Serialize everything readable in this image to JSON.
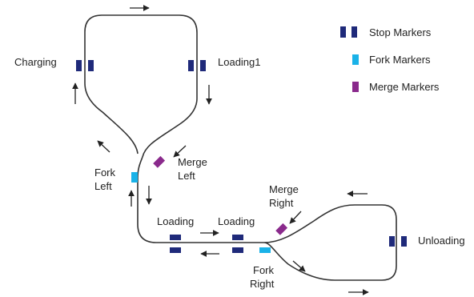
{
  "legend": {
    "stop": "Stop Markers",
    "fork": "Fork Markers",
    "merge": "Merge Markers"
  },
  "labels": {
    "charging": "Charging",
    "loading1": "Loading1",
    "merge_left_1": "Merge",
    "merge_left_2": "Left",
    "fork_left_1": "Fork",
    "fork_left_2": "Left",
    "merge_right_1": "Merge",
    "merge_right_2": "Right",
    "loading_a": "Loading",
    "loading_b": "Loading",
    "fork_right_1": "Fork",
    "fork_right_2": "Right",
    "unloading": "Unloading"
  },
  "colors": {
    "stop": "#1f2a7a",
    "fork": "#1ab2e8",
    "merge": "#8a2a8c",
    "track": "#333333"
  }
}
